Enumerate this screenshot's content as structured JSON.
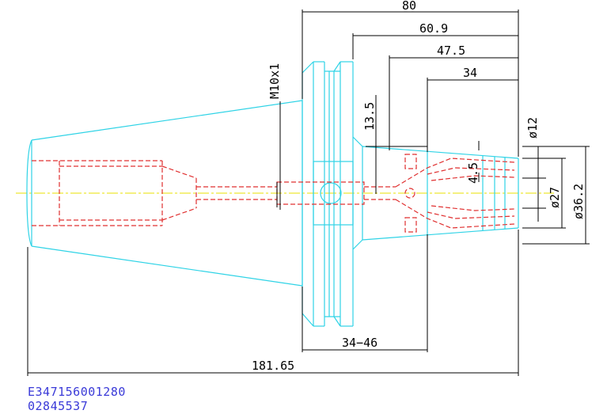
{
  "dimensions": {
    "total_80": "80",
    "d_60_9": "60.9",
    "d_47_5": "47.5",
    "d_34_top": "34",
    "thread": "M10x1",
    "d_13_5": "13.5",
    "d_4_5": "4.5",
    "dia_12": "ø12",
    "dia_27": "ø27",
    "dia_36_2": "ø36.2",
    "range_34_46": "34−46",
    "overall_181_65": "181.65"
  },
  "part_codes": {
    "code_1": "E347156001280",
    "code_2": "02845537"
  },
  "colors": {
    "outline": "#2fd3e6",
    "hidden": "#e03030",
    "centerline": "#e8e000",
    "dimension": "#000000",
    "code_text": "#3a3ad8"
  }
}
